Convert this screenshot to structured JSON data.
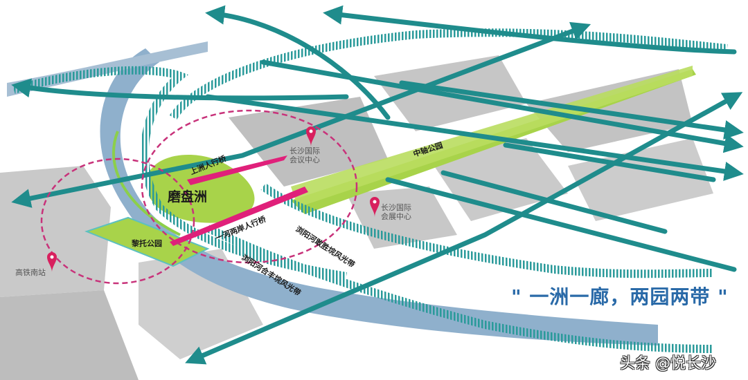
{
  "map": {
    "title": "\" 一洲一廊，两园两带 \"",
    "island": {
      "label": "磨盘洲"
    },
    "bridges": [
      {
        "label": "上洲人行桥"
      },
      {
        "label": "一河两岸人行桥"
      }
    ],
    "parks": [
      {
        "label": "黎托公园"
      },
      {
        "label": "中轴公园"
      }
    ],
    "scenic_belts": [
      {
        "label": "浏阳河敢胜垸风光带"
      },
      {
        "label": "浏阳河合丰垸风光带"
      }
    ],
    "pois": [
      {
        "label_line1": "长沙国际",
        "label_line2": "会议中心",
        "icon": "map-pin-icon"
      },
      {
        "label_line1": "长沙国际",
        "label_line2": "会展中心",
        "icon": "map-pin-icon"
      },
      {
        "label_line1": "高铁南站",
        "label_line2": "",
        "icon": "map-pin-icon"
      }
    ],
    "colors": {
      "teal_axis": "#1f8c8c",
      "river": "#8fb0cc",
      "green_park": "#a8d34a",
      "magenta_bridge": "#e0207a",
      "dashed_circle": "#c8327a",
      "buildings": "#c4c4c4",
      "title_blue": "#2a6aa8"
    }
  },
  "watermark": {
    "text": "头条 @悦长沙"
  }
}
